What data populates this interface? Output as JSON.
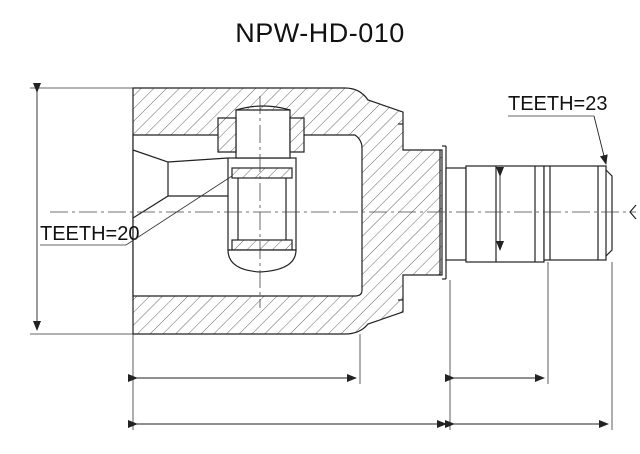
{
  "title": "NPW-HD-010",
  "labels": {
    "teeth_left": "TEETH=20",
    "teeth_right": "TEETH=23"
  }
}
